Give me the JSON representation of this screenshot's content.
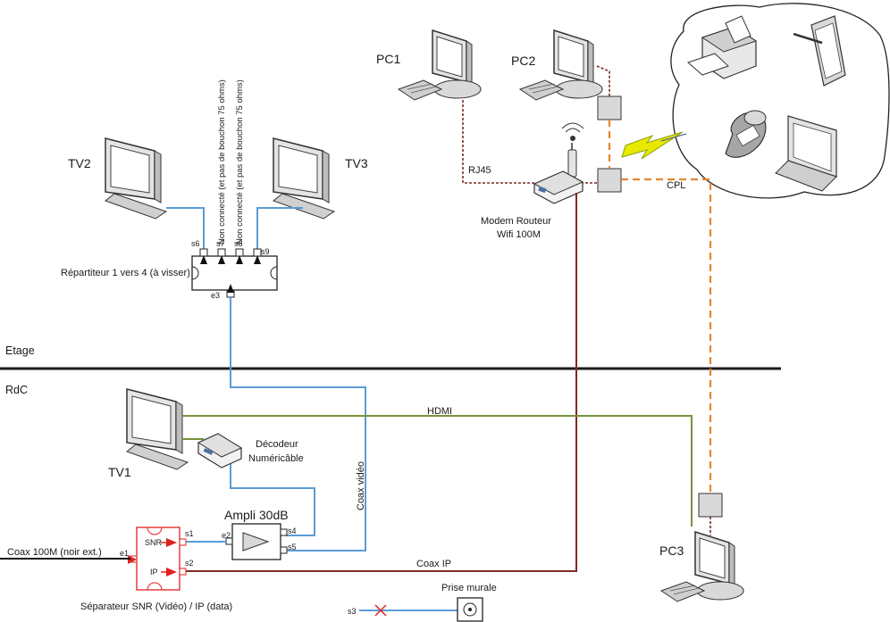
{
  "labels": {
    "tv2": "TV2",
    "tv3": "TV3",
    "tv1": "TV1",
    "pc1": "PC1",
    "pc2": "PC2",
    "pc3": "PC3",
    "nc1": "Non connecté (et pas de bouchon 75 ohms)",
    "nc2": "Non connecté (et pas de bouchon 75 ohms)",
    "splitter": "Répartiteur 1 vers 4 (à visser)",
    "s6": "s6",
    "s7": "s7",
    "s8": "s8",
    "s9": "s9",
    "e3": "e3",
    "etage": "Etage",
    "rdc": "RdC",
    "rj45": "RJ45",
    "modem1": "Modem Routeur",
    "modem2": "Wifi 100M",
    "cpl": "CPL",
    "hdmi": "HDMI",
    "decodeur1": "Décodeur",
    "decodeur2": "Numéricâble",
    "coax_video": "Coax vidéo",
    "ampli": "Ampli 30dB",
    "e2": "e2",
    "s1": "s1",
    "s2": "s2",
    "s4": "s4",
    "s5": "s5",
    "e1": "e1",
    "snr": "SNR",
    "ip": "IP",
    "coax_in": "Coax 100M (noir ext.)",
    "coax_ip": "Coax IP",
    "separator": "Séparateur SNR (Vidéo) / IP (data)",
    "prise": "Prise murale",
    "s3": "s3"
  },
  "colors": {
    "coax_blue": "#5b9bd5",
    "hdmi_green": "#77933c",
    "coax_ip_brown": "#7b2c24",
    "cpl_orange": "#e3862e",
    "separator_red": "#e02020"
  }
}
